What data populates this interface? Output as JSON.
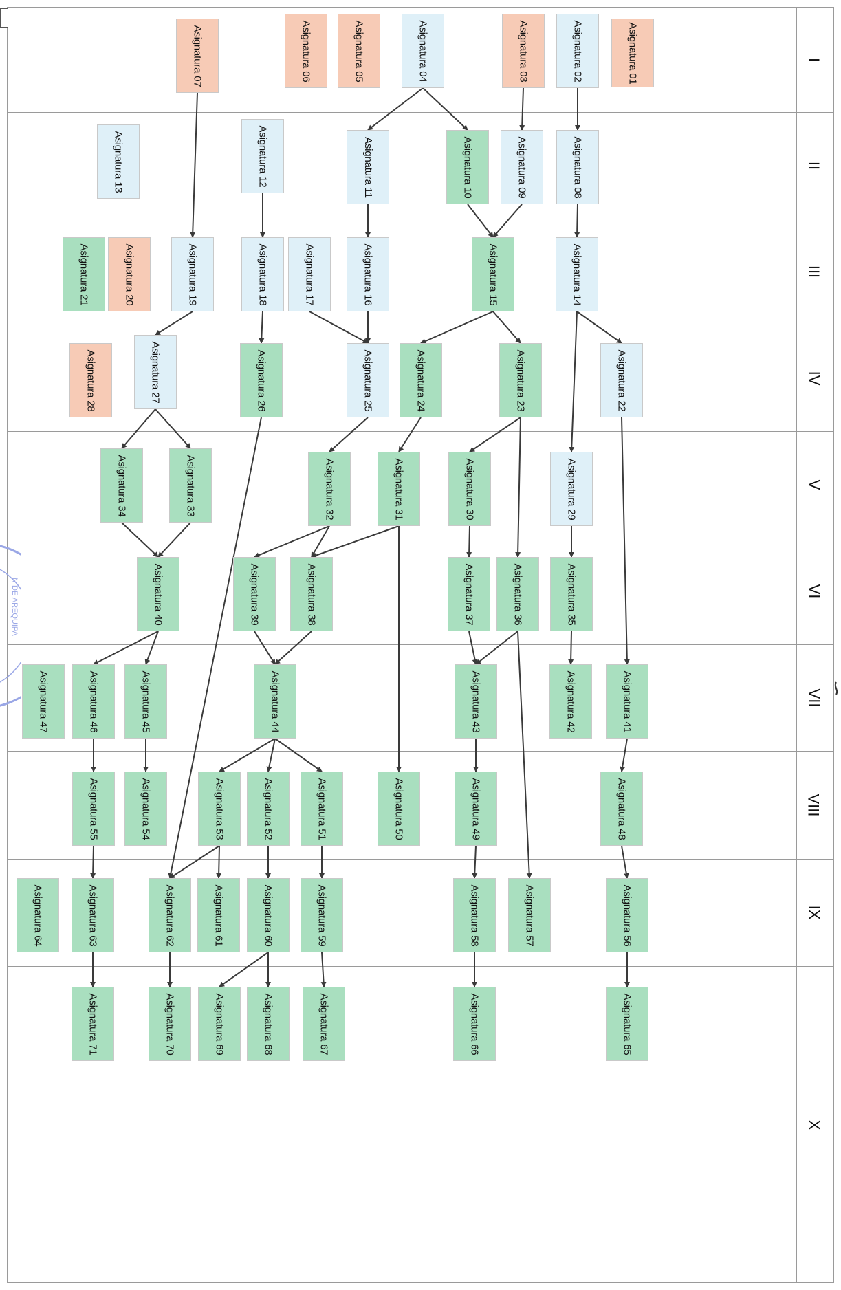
{
  "colors": {
    "blue": "#dff0f8",
    "green": "#a9dfbf",
    "salmon": "#f7cbb6",
    "arrow": "#3a3a3a",
    "stamp": "#9aa7e6"
  },
  "columns": [
    "I",
    "II",
    "III",
    "IV",
    "V",
    "VI",
    "VII",
    "VIII",
    "IX",
    "X"
  ],
  "stamp_text": "N DE AREQUIPA",
  "subjects": [
    {
      "id": "01",
      "label": "Asignatura 01",
      "color": "salmon"
    },
    {
      "id": "02",
      "label": "Asignatura 02",
      "color": "blue"
    },
    {
      "id": "03",
      "label": "Asignatura 03",
      "color": "salmon"
    },
    {
      "id": "04",
      "label": "Asignatura 04",
      "color": "blue"
    },
    {
      "id": "05",
      "label": "Asignatura 05",
      "color": "salmon"
    },
    {
      "id": "06",
      "label": "Asignatura 06",
      "color": "salmon"
    },
    {
      "id": "07",
      "label": "Asignatura 07",
      "color": "salmon"
    },
    {
      "id": "08",
      "label": "Asignatura 08",
      "color": "blue"
    },
    {
      "id": "09",
      "label": "Asignatura 09",
      "color": "blue"
    },
    {
      "id": "10",
      "label": "Asignatura 10",
      "color": "green"
    },
    {
      "id": "11",
      "label": "Asignatura 11",
      "color": "blue"
    },
    {
      "id": "12",
      "label": "Asignatura 12",
      "color": "blue"
    },
    {
      "id": "13",
      "label": "Asignatura 13",
      "color": "blue"
    },
    {
      "id": "14",
      "label": "Asignatura 14",
      "color": "blue"
    },
    {
      "id": "15",
      "label": "Asignatura 15",
      "color": "green"
    },
    {
      "id": "16",
      "label": "Asignatura 16",
      "color": "blue"
    },
    {
      "id": "17",
      "label": "Asignatura 17",
      "color": "blue"
    },
    {
      "id": "18",
      "label": "Asignatura 18",
      "color": "blue"
    },
    {
      "id": "19",
      "label": "Asignatura 19",
      "color": "blue"
    },
    {
      "id": "20",
      "label": "Asignatura 20",
      "color": "salmon"
    },
    {
      "id": "21",
      "label": "Asignatura 21",
      "color": "green"
    },
    {
      "id": "22",
      "label": "Asignatura 22",
      "color": "blue"
    },
    {
      "id": "23",
      "label": "Asignatura 23",
      "color": "green"
    },
    {
      "id": "24",
      "label": "Asignatura 24",
      "color": "green"
    },
    {
      "id": "25",
      "label": "Asignatura 25",
      "color": "blue"
    },
    {
      "id": "26",
      "label": "Asignatura 26",
      "color": "green"
    },
    {
      "id": "27",
      "label": "Asignatura 27",
      "color": "blue"
    },
    {
      "id": "28",
      "label": "Asignatura 28",
      "color": "salmon"
    },
    {
      "id": "29",
      "label": "Asignatura 29",
      "color": "blue"
    },
    {
      "id": "30",
      "label": "Asignatura 30",
      "color": "green"
    },
    {
      "id": "31",
      "label": "Asignatura 31",
      "color": "green"
    },
    {
      "id": "32",
      "label": "Asignatura 32",
      "color": "green"
    },
    {
      "id": "33",
      "label": "Asignatura 33",
      "color": "green"
    },
    {
      "id": "34",
      "label": "Asignatura 34",
      "color": "green"
    },
    {
      "id": "35",
      "label": "Asignatura 35",
      "color": "green"
    },
    {
      "id": "36",
      "label": "Asignatura 36",
      "color": "green"
    },
    {
      "id": "37",
      "label": "Asignatura 37",
      "color": "green"
    },
    {
      "id": "38",
      "label": "Asignatura 38",
      "color": "green"
    },
    {
      "id": "39",
      "label": "Asignatura 39",
      "color": "green"
    },
    {
      "id": "40",
      "label": "Asignatura 40",
      "color": "green"
    },
    {
      "id": "41",
      "label": "Asignatura 41",
      "color": "green"
    },
    {
      "id": "42",
      "label": "Asignatura 42",
      "color": "green"
    },
    {
      "id": "43",
      "label": "Asignatura 43",
      "color": "green"
    },
    {
      "id": "44",
      "label": "Asignatura 44",
      "color": "green"
    },
    {
      "id": "45",
      "label": "Asignatura 45",
      "color": "green"
    },
    {
      "id": "46",
      "label": "Asignatura 46",
      "color": "green"
    },
    {
      "id": "47",
      "label": "Asignatura 47",
      "color": "green"
    },
    {
      "id": "48",
      "label": "Asignatura 48",
      "color": "green"
    },
    {
      "id": "49",
      "label": "Asignatura 49",
      "color": "green"
    },
    {
      "id": "50",
      "label": "Asignatura 50",
      "color": "green"
    },
    {
      "id": "51",
      "label": "Asignatura 51",
      "color": "green"
    },
    {
      "id": "52",
      "label": "Asignatura 52",
      "color": "green"
    },
    {
      "id": "53",
      "label": "Asignatura 53",
      "color": "green"
    },
    {
      "id": "54",
      "label": "Asignatura 54",
      "color": "green"
    },
    {
      "id": "55",
      "label": "Asignatura 55",
      "color": "green"
    },
    {
      "id": "56",
      "label": "Asignatura 56",
      "color": "green"
    },
    {
      "id": "57",
      "label": "Asignatura 57",
      "color": "green"
    },
    {
      "id": "58",
      "label": "Asignatura 58",
      "color": "green"
    },
    {
      "id": "59",
      "label": "Asignatura 59",
      "color": "green"
    },
    {
      "id": "60",
      "label": "Asignatura 60",
      "color": "green"
    },
    {
      "id": "61",
      "label": "Asignatura 61",
      "color": "green"
    },
    {
      "id": "62",
      "label": "Asignatura 62",
      "color": "green"
    },
    {
      "id": "63",
      "label": "Asignatura 63",
      "color": "green"
    },
    {
      "id": "64",
      "label": "Asignatura 64",
      "color": "green"
    },
    {
      "id": "65",
      "label": "Asignatura 65",
      "color": "green"
    },
    {
      "id": "66",
      "label": "Asignatura 66",
      "color": "green"
    },
    {
      "id": "67",
      "label": "Asignatura 67",
      "color": "green"
    },
    {
      "id": "68",
      "label": "Asignatura 68",
      "color": "green"
    },
    {
      "id": "69",
      "label": "Asignatura 69",
      "color": "green"
    },
    {
      "id": "70",
      "label": "Asignatura 70",
      "color": "green"
    },
    {
      "id": "71",
      "label": "Asignatura 71",
      "color": "green"
    }
  ],
  "edges": [
    [
      "02",
      "08"
    ],
    [
      "03",
      "09"
    ],
    [
      "04",
      "10"
    ],
    [
      "04",
      "11"
    ],
    [
      "07",
      "19"
    ],
    [
      "08",
      "14"
    ],
    [
      "09",
      "15"
    ],
    [
      "10",
      "15"
    ],
    [
      "11",
      "16"
    ],
    [
      "12",
      "18"
    ],
    [
      "14",
      "22"
    ],
    [
      "14",
      "29"
    ],
    [
      "15",
      "23"
    ],
    [
      "15",
      "24"
    ],
    [
      "16",
      "25"
    ],
    [
      "17",
      "25"
    ],
    [
      "18",
      "26"
    ],
    [
      "19",
      "27"
    ],
    [
      "22",
      "41"
    ],
    [
      "23",
      "30"
    ],
    [
      "23",
      "36"
    ],
    [
      "24",
      "31"
    ],
    [
      "25",
      "32"
    ],
    [
      "26",
      "62"
    ],
    [
      "27",
      "33"
    ],
    [
      "27",
      "34"
    ],
    [
      "29",
      "35"
    ],
    [
      "30",
      "37"
    ],
    [
      "31",
      "38"
    ],
    [
      "31",
      "50"
    ],
    [
      "32",
      "38"
    ],
    [
      "32",
      "39"
    ],
    [
      "33",
      "40"
    ],
    [
      "34",
      "40"
    ],
    [
      "35",
      "42"
    ],
    [
      "36",
      "43"
    ],
    [
      "36",
      "57"
    ],
    [
      "37",
      "43"
    ],
    [
      "38",
      "44"
    ],
    [
      "39",
      "44"
    ],
    [
      "40",
      "45"
    ],
    [
      "40",
      "46"
    ],
    [
      "41",
      "48"
    ],
    [
      "43",
      "49"
    ],
    [
      "44",
      "51"
    ],
    [
      "44",
      "52"
    ],
    [
      "44",
      "53"
    ],
    [
      "45",
      "54"
    ],
    [
      "46",
      "55"
    ],
    [
      "48",
      "56"
    ],
    [
      "49",
      "58"
    ],
    [
      "51",
      "59"
    ],
    [
      "52",
      "60"
    ],
    [
      "53",
      "61"
    ],
    [
      "53",
      "62"
    ],
    [
      "55",
      "63"
    ],
    [
      "56",
      "65"
    ],
    [
      "58",
      "66"
    ],
    [
      "59",
      "67"
    ],
    [
      "60",
      "68"
    ],
    [
      "60",
      "69"
    ],
    [
      "62",
      "70"
    ],
    [
      "63",
      "71"
    ]
  ]
}
